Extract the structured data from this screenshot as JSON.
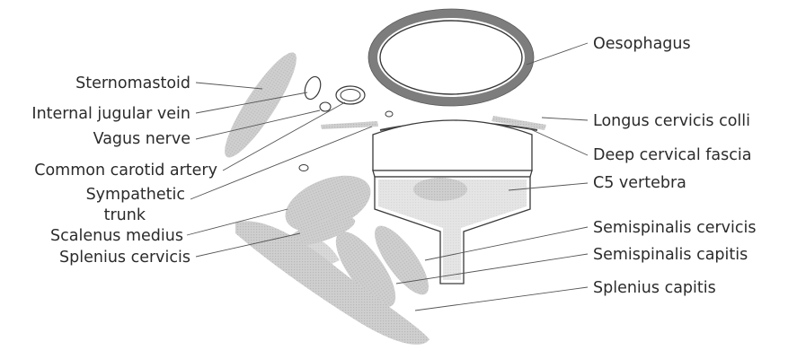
{
  "colors": {
    "background": "#ffffff",
    "muscle": "#c9c9c9",
    "muscle_dark": "#bdbdbd",
    "esophagus_ring": "#7f7f7f",
    "outline": "#3a3a3a",
    "text": "#2b2b2b"
  },
  "labels": {
    "oesophagus": "Oesophagus",
    "sternomastoid": "Sternomastoid",
    "internal_jugular_vein": "Internal jugular vein",
    "vagus_nerve": "Vagus nerve",
    "longus_cervicis_colli": "Longus cervicis colli",
    "deep_cervical_fascia": "Deep cervical fascia",
    "common_carotid_artery": "Common carotid artery",
    "sympathetic_line1": "Sympathetic",
    "sympathetic_line2": "trunk",
    "c5_vertebra": "C5 vertebra",
    "scalenus_medius": "Scalenus medius",
    "splenius_cervicis": "Splenius cervicis",
    "semispinalis_cervicis": "Semispinalis cervicis",
    "semispinalis_capitis": "Semispinalis capitis",
    "splenius_capitis": "Splenius capitis"
  }
}
